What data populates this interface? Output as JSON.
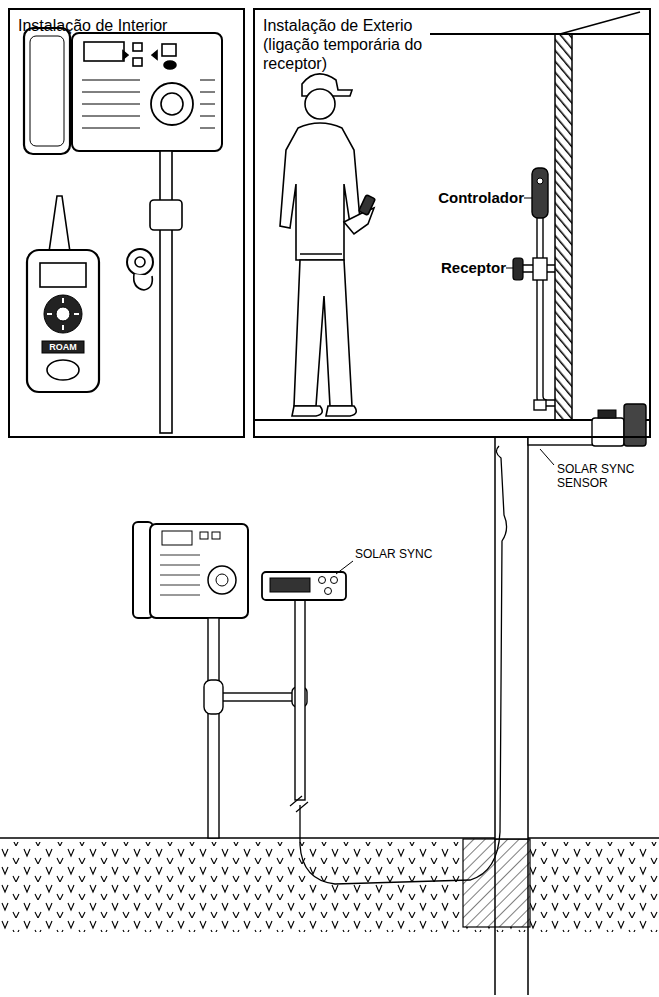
{
  "diagram": {
    "nodes": [
      {
        "text": [
          "Instalação de Interior"
        ]
      },
      {
        "text": [
          "Instalação de Exterio (ligação temporária do receptor)"
        ]
      }
    ],
    "labels": [
      "ROAM",
      "Controlador",
      "Receptor",
      "SOLAR SYNC SENSOR",
      "SOLAR SYNC"
    ]
  }
}
